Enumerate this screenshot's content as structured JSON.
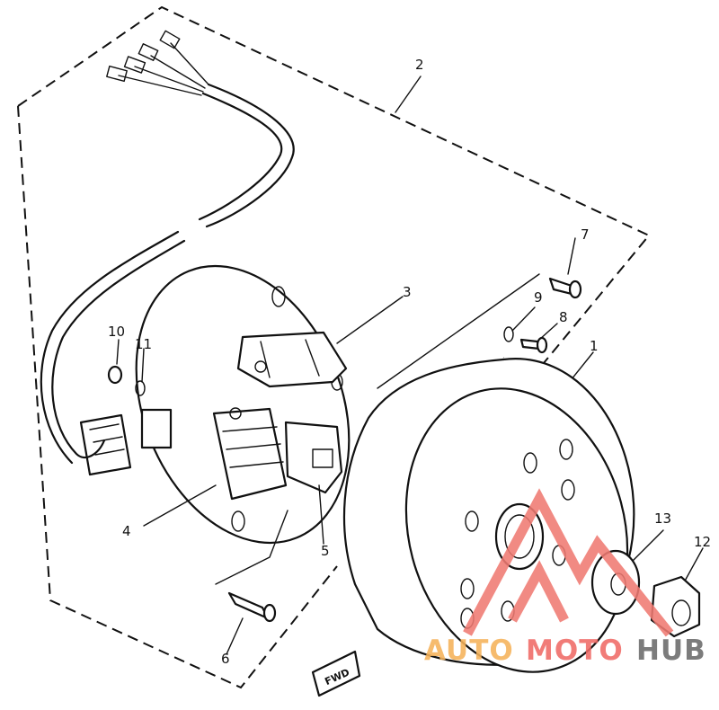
{
  "diagram": {
    "callouts": [
      "1",
      "2",
      "3",
      "4",
      "5",
      "6",
      "7",
      "8",
      "9",
      "10",
      "11",
      "12",
      "13"
    ],
    "direction_tag": "FWD"
  },
  "watermark": {
    "part1": "AUTO",
    "part2": "MOTO",
    "part3": "HUB",
    "colors": {
      "auto": "#f5b25a",
      "moto": "#f06a66",
      "hub": "#6b6b6b",
      "triangle": "#f07a72"
    }
  }
}
